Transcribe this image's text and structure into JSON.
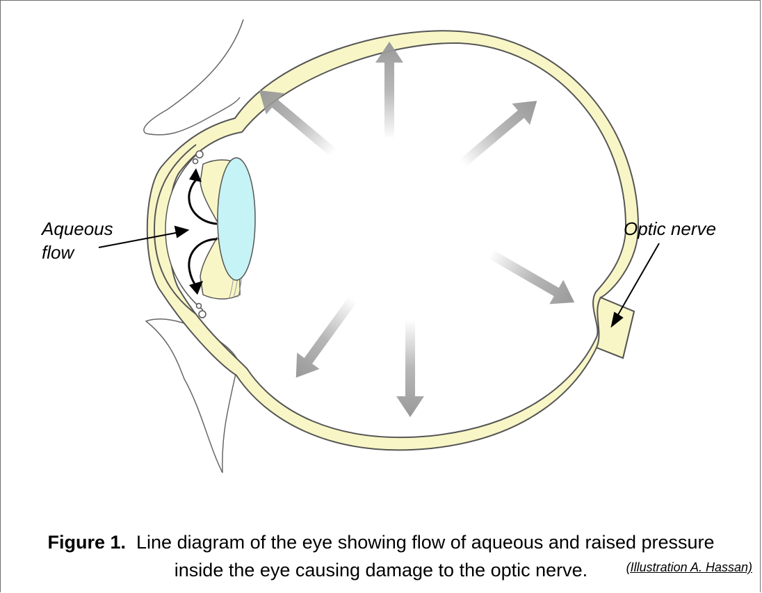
{
  "diagram": {
    "labels": {
      "aqueous_line1": "Aqueous",
      "aqueous_line2": "flow",
      "optic_nerve": "Optic nerve"
    },
    "colors": {
      "sclera": "#f8f6c6",
      "lens": "#c6f3f5",
      "pressure_arrow": "#999999",
      "outline": "#555555"
    }
  },
  "caption": {
    "figure_label": "Figure 1.",
    "text_line1": "Line diagram of the eye showing flow of aqueous and raised pressure",
    "text_line2": "inside the eye causing damage to the optic nerve."
  },
  "credit": "(Illustration A. Hassan)"
}
